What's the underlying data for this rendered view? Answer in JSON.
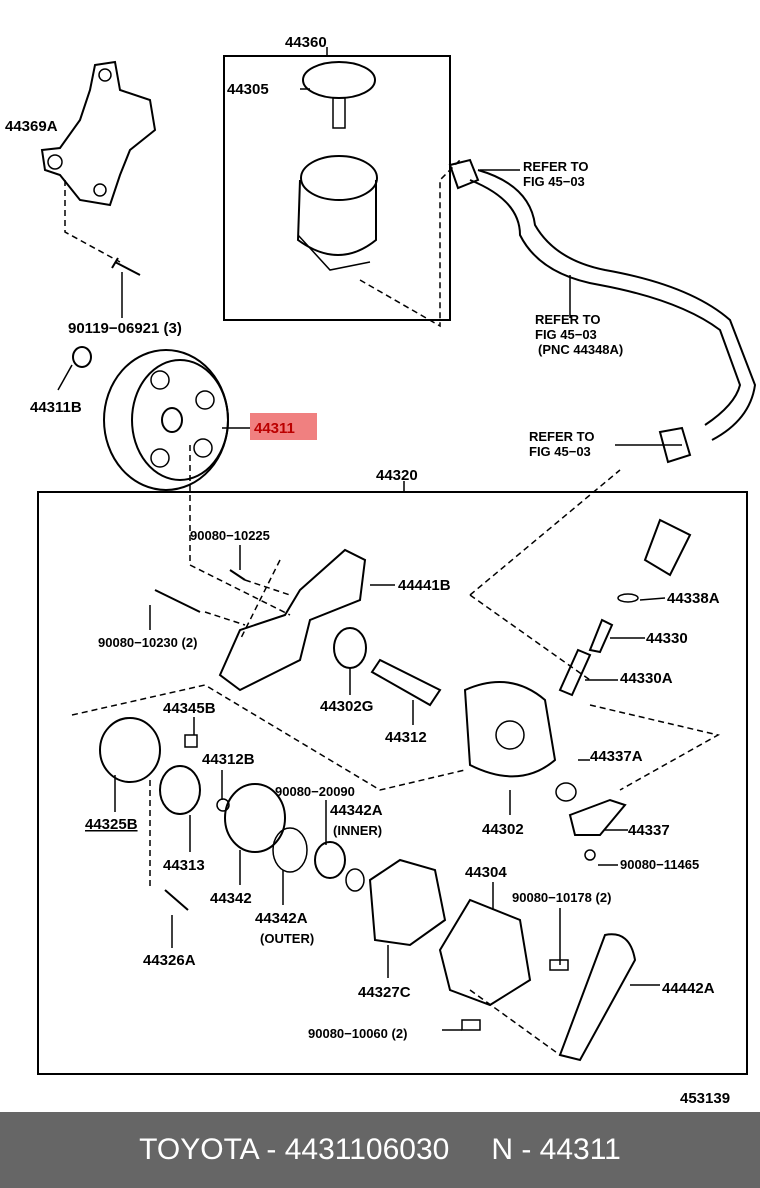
{
  "diagram": {
    "labels": {
      "p44360": "44360",
      "p44305": "44305",
      "p44369A": "44369A",
      "p90119": "90119−06921 (3)",
      "p44311B": "44311B",
      "p44311": "44311",
      "refer1a": "REFER TO",
      "refer1b": "FIG 45−03",
      "refer2a": "REFER TO",
      "refer2b": "FIG 45−03",
      "refer2c": "(PNC 44348A)",
      "refer3a": "REFER TO",
      "refer3b": "FIG 45−03",
      "p44320": "44320",
      "p90080_10225": "90080−10225",
      "p44441B": "44441B",
      "p44338A": "44338A",
      "p90080_10230": "90080−10230 (2)",
      "p44330": "44330",
      "p44302G": "44302G",
      "p44330A": "44330A",
      "p44345B": "44345B",
      "p44312": "44312",
      "p44312B": "44312B",
      "p90080_20090": "90080−20090",
      "p44337A": "44337A",
      "p44342A_inner": "44342A",
      "inner": "(INNER)",
      "p44325B": "44325B",
      "p44302": "44302",
      "p44337": "44337",
      "p44313": "44313",
      "p90080_11465": "90080−11465",
      "p44304": "44304",
      "p44342": "44342",
      "p90080_10178": "90080−10178 (2)",
      "p44342A_outer": "44342A",
      "outer": "(OUTER)",
      "p44326A": "44326A",
      "p44327C": "44327C",
      "p44442A": "44442A",
      "p90080_10060": "90080−10060 (2)",
      "figure_number": "453139"
    },
    "highlight_color": "#f08080"
  },
  "footer": {
    "part_number": "TOYOTA - 4431106030",
    "pnc": "N - 44311"
  }
}
